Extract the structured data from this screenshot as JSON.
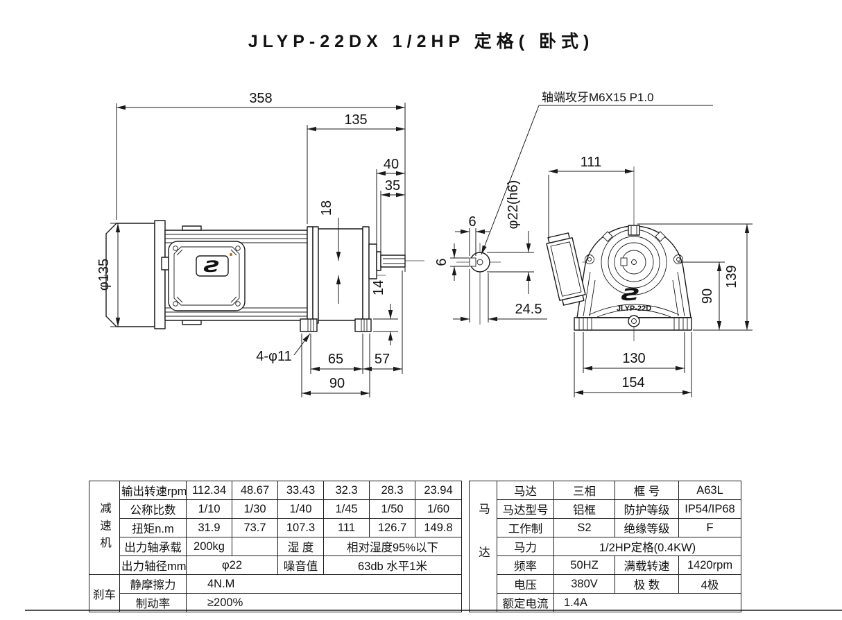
{
  "title": "JLYP-22DX 1/2HP 定格( 卧式)",
  "drawing": {
    "logo_glyph": "Ƨ",
    "side": {
      "d358": "358",
      "d135": "135",
      "d40": "40",
      "d35": "35",
      "d18": "18",
      "dphi135": "φ135",
      "d14": "14",
      "dholes": "4-φ11",
      "d65": "65",
      "d57": "57",
      "d90": "90"
    },
    "front": {
      "callout": "轴端攻牙M6X15 P1.0",
      "d111": "111",
      "dshaft": "φ22(h6)",
      "d6w": "6",
      "d6h": "6",
      "d245": "24.5",
      "d139": "139",
      "d90": "90",
      "d130": "130",
      "d154": "154",
      "model": "JLYP-22D"
    }
  },
  "spec_left": {
    "group_reducer": "减速机",
    "group_brake": "刹车",
    "r1": {
      "label": "输出转速rpm",
      "v1": "112.34",
      "v2": "48.67",
      "v3": "33.43",
      "v4": "32.3",
      "v5": "28.3",
      "v6": "23.94"
    },
    "r2": {
      "label": "公称比数",
      "v1": "1/10",
      "v2": "1/30",
      "v3": "1/40",
      "v4": "1/45",
      "v5": "1/50",
      "v6": "1/60"
    },
    "r3": {
      "label": "扭矩n.m",
      "v1": "31.9",
      "v2": "73.7",
      "v3": "107.3",
      "v4": "111",
      "v5": "126.7",
      "v6": "149.8"
    },
    "r4": {
      "label": "出力轴承载",
      "v1": "200kg",
      "v2": "",
      "k2": "湿 度",
      "v3": "相对湿度95%以下"
    },
    "r5": {
      "label": "出力轴径mm",
      "v1": "φ22",
      "k2": "噪音值",
      "v3": "63db 水平1米"
    },
    "r6": {
      "label": "静摩擦力",
      "value": "4N.M"
    },
    "r7": {
      "label": "制动率",
      "value": "≥200%"
    }
  },
  "spec_right": {
    "group": "马达",
    "r1": {
      "k1": "马达",
      "v1": "三相",
      "k2": "框 号",
      "v2": "A63L"
    },
    "r2": {
      "k1": "马达型号",
      "v1": "铝框",
      "k2": "防护等级",
      "v2": "IP54/IP68"
    },
    "r3": {
      "k1": "工作制",
      "v1": "S2",
      "k2": "绝缘等级",
      "v2": "F"
    },
    "r4": {
      "k1": "马力",
      "v1": "1/2HP定格(0.4KW)"
    },
    "r5": {
      "k1": "频率",
      "v1": "50HZ",
      "k2": "满载转速",
      "v2": "1420rpm"
    },
    "r6": {
      "k1": "电压",
      "v1": "380V",
      "k2": "极 数",
      "v2": "4极"
    },
    "r7": {
      "k1": "额定电流",
      "v1": "1.4A"
    }
  }
}
